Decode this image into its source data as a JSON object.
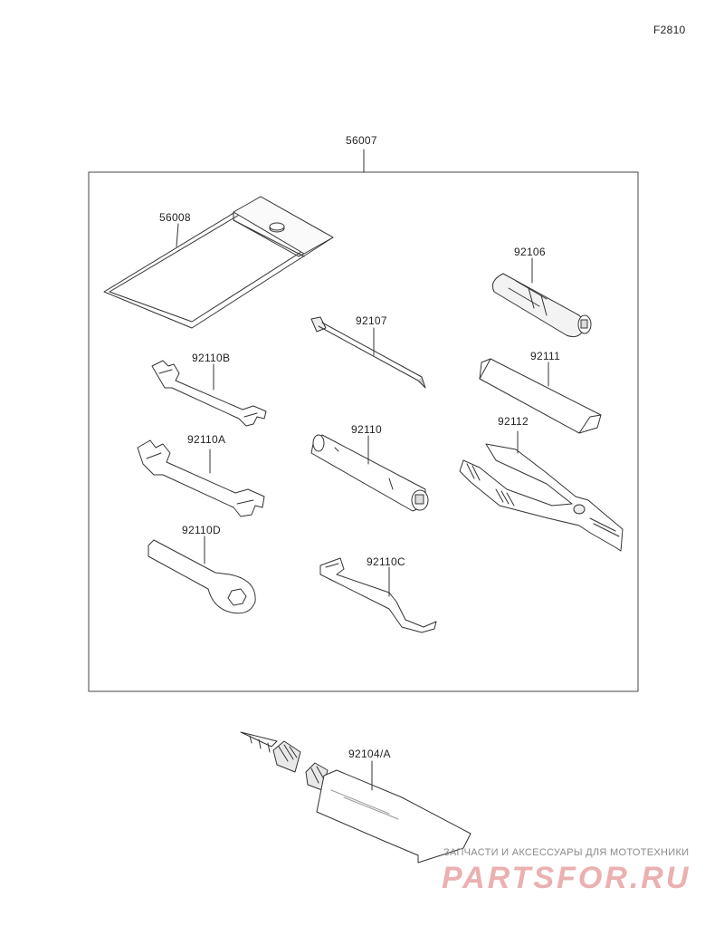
{
  "figure_code": "F2810",
  "parts": {
    "set": "56007",
    "case": "56008",
    "grip": "92106",
    "screwdriver": "92107",
    "wrench_b": "92110B",
    "bar": "92111",
    "pliers": "92112",
    "wrench_a": "92110A",
    "box_wrench": "92110",
    "ring_wrench": "92110D",
    "hook_wrench": "92110C",
    "repair_kit": "92104/A"
  },
  "watermark": {
    "caption": "ЗАПЧАСТИ И АКСЕССУАРЫ ДЛЯ МОТОТЕХНИКИ",
    "logo": "PARTSFOR.RU"
  }
}
